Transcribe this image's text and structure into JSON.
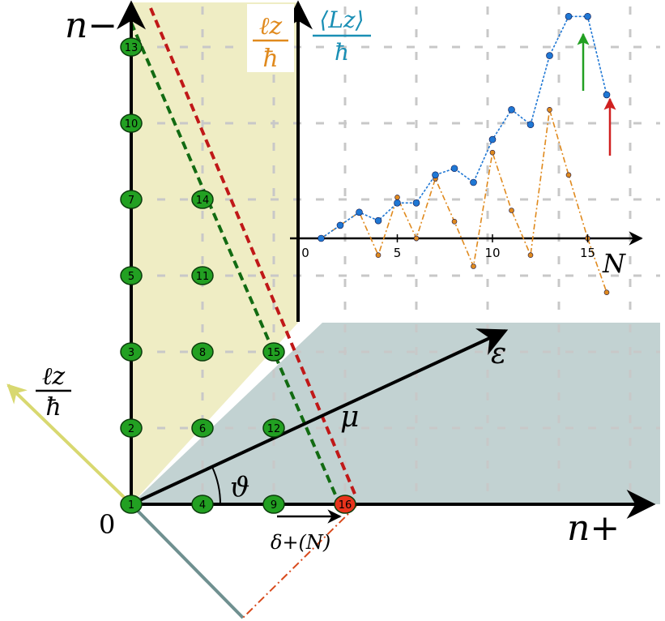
{
  "labels": {
    "n_minus": "n−",
    "n_plus": "n+",
    "origin": "0",
    "lz_num": "ℓz",
    "lz_den": "ħ",
    "Lz_num": "⟨Lz⟩",
    "Lz_den": "ħ",
    "ell_num": "ℓz",
    "ell_den": "ħ",
    "epsilon": "ε",
    "mu": "μ",
    "theta": "ϑ",
    "delta": "δ+(N)",
    "N": "N"
  },
  "nodes": [
    {
      "label": "1",
      "i": 0,
      "j": 0,
      "highlight": false
    },
    {
      "label": "2",
      "i": 0,
      "j": 1,
      "highlight": false
    },
    {
      "label": "3",
      "i": 0,
      "j": 2,
      "highlight": false
    },
    {
      "label": "4",
      "i": 1,
      "j": 0,
      "highlight": false
    },
    {
      "label": "5",
      "i": 0,
      "j": 3,
      "highlight": false
    },
    {
      "label": "6",
      "i": 1,
      "j": 1,
      "highlight": false
    },
    {
      "label": "7",
      "i": 0,
      "j": 4,
      "highlight": false
    },
    {
      "label": "8",
      "i": 1,
      "j": 2,
      "highlight": false
    },
    {
      "label": "9",
      "i": 2,
      "j": 0,
      "highlight": false
    },
    {
      "label": "10",
      "i": 0,
      "j": 5,
      "highlight": false
    },
    {
      "label": "11",
      "i": 1,
      "j": 3,
      "highlight": false
    },
    {
      "label": "12",
      "i": 2,
      "j": 1,
      "highlight": false
    },
    {
      "label": "13",
      "i": 0,
      "j": 6,
      "highlight": false
    },
    {
      "label": "14",
      "i": 1,
      "j": 4,
      "highlight": false
    },
    {
      "label": "15",
      "i": 2,
      "j": 2,
      "highlight": false
    },
    {
      "label": "16",
      "i": 3,
      "j": 0,
      "highlight": true
    }
  ],
  "inset": {
    "x_ticks": [
      "0",
      "5",
      "10",
      "15"
    ],
    "Lz_series": [
      0,
      0.7,
      1.4,
      0.95,
      1.9,
      1.9,
      3.4,
      3.75,
      3.0,
      5.3,
      6.9,
      6.1,
      9.8,
      11.9,
      11.9,
      7.7
    ],
    "lz_series": [
      0,
      0.7,
      1.4,
      -0.9,
      2.2,
      0,
      3.2,
      0.9,
      -1.5,
      4.6,
      1.5,
      -0.9,
      6.9,
      3.4,
      0,
      -2.9
    ],
    "colors": {
      "Lz": "#1f77d4",
      "lz": "#e08a1e"
    }
  },
  "colors": {
    "node_fill": "#22a022",
    "node_highlight": "#e8331c",
    "yellow_region": "#efedc4",
    "gray_region": "#c2d2d2",
    "green_dash": "#126b12",
    "red_dash": "#c01818",
    "lz_arrow": "#d8d870",
    "green_arrow": "#22a022",
    "red_arrow": "#d02020"
  }
}
